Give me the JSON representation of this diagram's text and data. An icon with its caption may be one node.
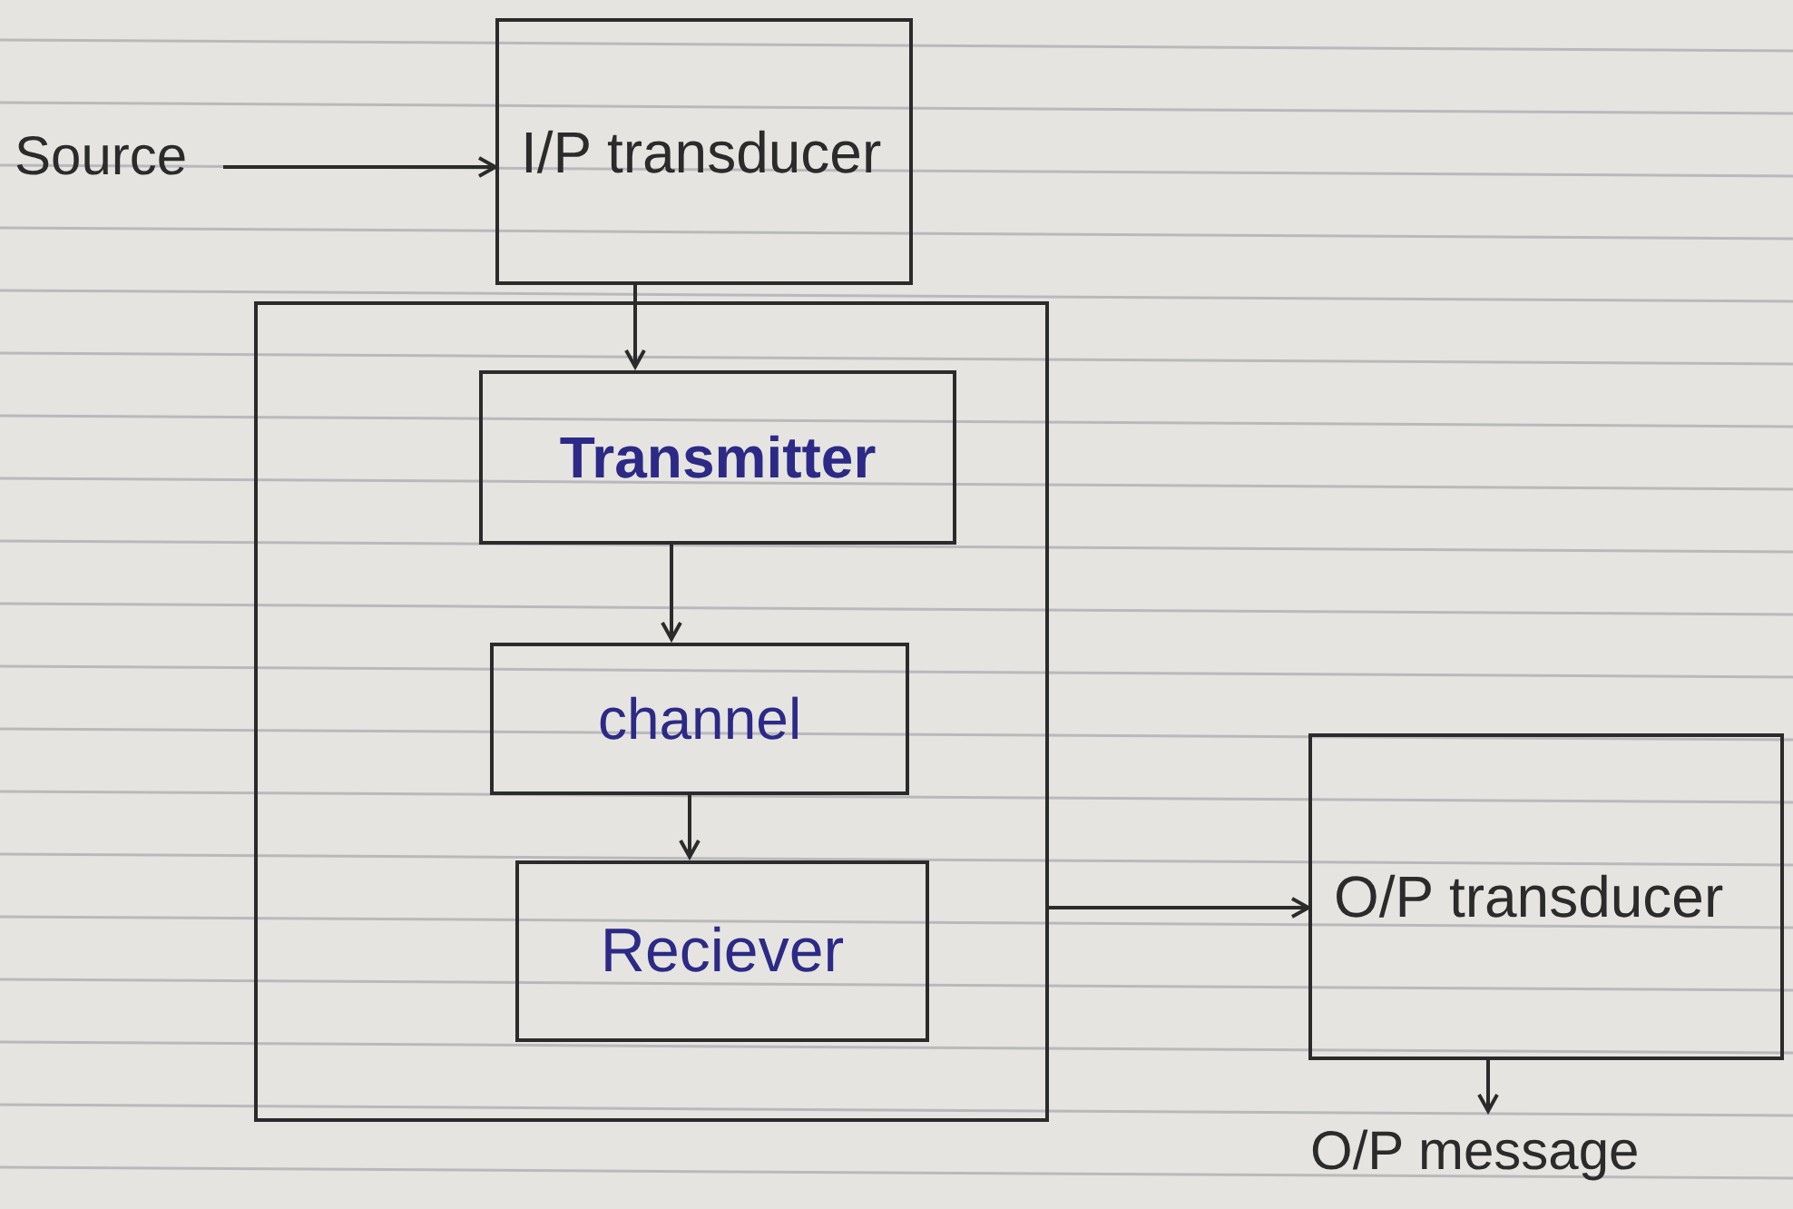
{
  "diagram": {
    "nodes": [
      {
        "text": [
          "Source"
        ]
      },
      {
        "text": [
          "I/P transducer"
        ]
      },
      {
        "text": [],
        "shape": "box"
      },
      {
        "text": [
          "Transmitter"
        ],
        "in": 2
      },
      {
        "text": [
          "channel"
        ],
        "in": 2
      },
      {
        "text": [
          "Reciever"
        ],
        "in": 2
      },
      {
        "text": [
          "O/P transducer"
        ]
      },
      {
        "text": [
          "O/P message"
        ]
      }
    ],
    "edges": [
      {
        "from": 0,
        "to": 1,
        "arrow": "to"
      },
      {
        "from": 1,
        "to": 3,
        "arrow": "to"
      },
      {
        "from": 3,
        "to": 4,
        "arrow": "to"
      },
      {
        "from": 4,
        "to": 5,
        "arrow": "to"
      },
      {
        "from": 2,
        "to": 6,
        "arrow": "to"
      },
      {
        "from": 6,
        "to": 7,
        "arrow": "to"
      }
    ]
  }
}
